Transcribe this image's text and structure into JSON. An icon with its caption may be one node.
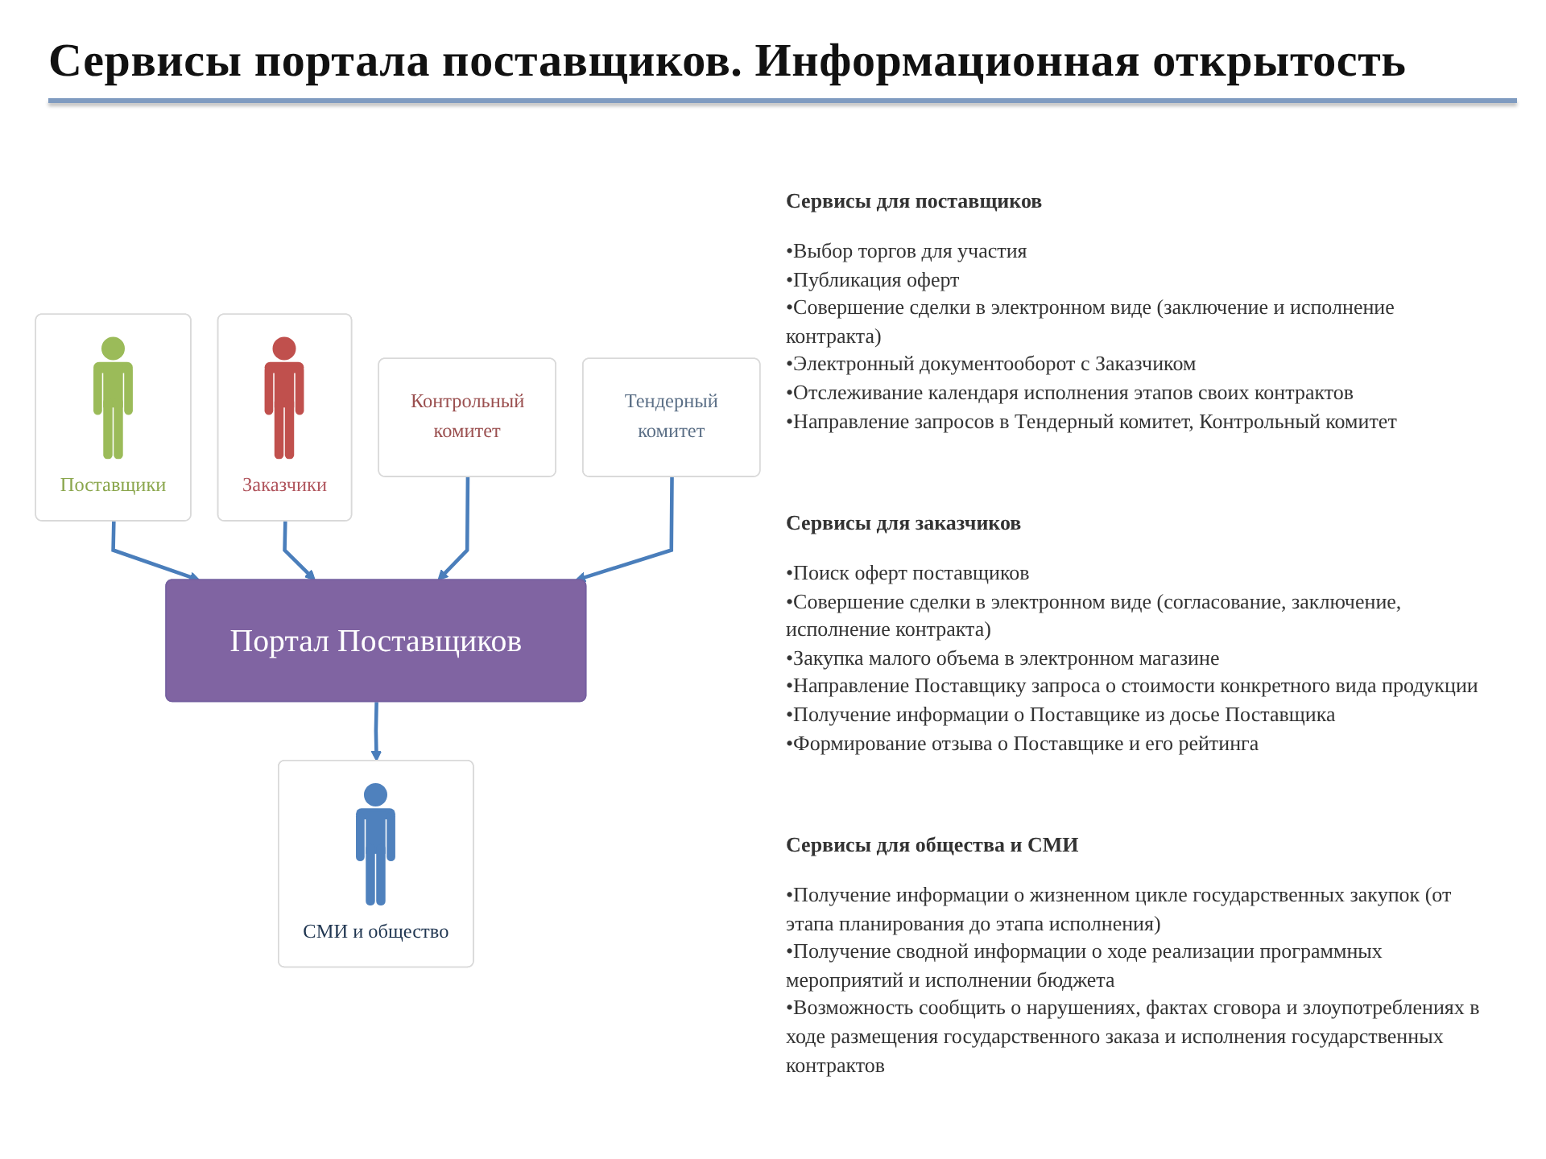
{
  "diagram": {
    "title": "Сервисы портала поставщиков. Информационная открытость",
    "nodes": [
      {
        "text": [
          "Поставщики"
        ]
      },
      {
        "text": [
          "Заказчики"
        ]
      },
      {
        "text": [
          "СМИ и общество"
        ]
      },
      {
        "text": [
          "Портал Поставщиков"
        ]
      },
      {
        "text": [
          "Контрольный комитет"
        ]
      },
      {
        "text": [
          "Тендерный комитет"
        ]
      }
    ],
    "edges": [
      {
        "from": 0,
        "to": 3,
        "arrow": "to"
      },
      {
        "from": 1,
        "to": 3,
        "arrow": "to"
      },
      {
        "from": 3,
        "to": 2,
        "arrow": "to"
      },
      {
        "from": 4,
        "to": 3,
        "arrow": "to"
      },
      {
        "from": 5,
        "to": 3,
        "arrow": "to"
      }
    ],
    "labels": [
      "Сервисы для поставщиков",
      "•Выбор торгов для участия",
      "•Публикация оферт",
      "•Совершение сделки в электронном виде (заключение и исполнение контракта)",
      "•Электронный документооборот с Заказчиком",
      "•Отслеживание календаря исполнения этапов своих контрактов",
      "•Направление запросов в Тендерный комитет, Контрольный комитет",
      "Сервисы для заказчиков",
      "•Поиск оферт поставщиков",
      "•Совершение сделки в электронном виде (согласование, заключение, исполнение контракта)",
      "•Закупка малого объема в электронном магазине",
      "•Направление Поставщику запроса о стоимости конкретного вида продукции",
      "•Получение информации о Поставщике из досье Поставщика",
      "•Формирование отзыва о Поставщике и его рейтинга",
      "Сервисы для общества и СМИ",
      "•Получение информации о жизненном цикле государственных закупок (от этапа планирования до этапа исполнения)",
      "•Получение сводной информации о ходе реализации программных мероприятий и исполнении бюджета",
      "•Возможность сообщить о нарушениях, фактах сговора и злоупотреблениях в ходе размещения государственного заказа и исполнения государственных контрактов"
    ]
  }
}
